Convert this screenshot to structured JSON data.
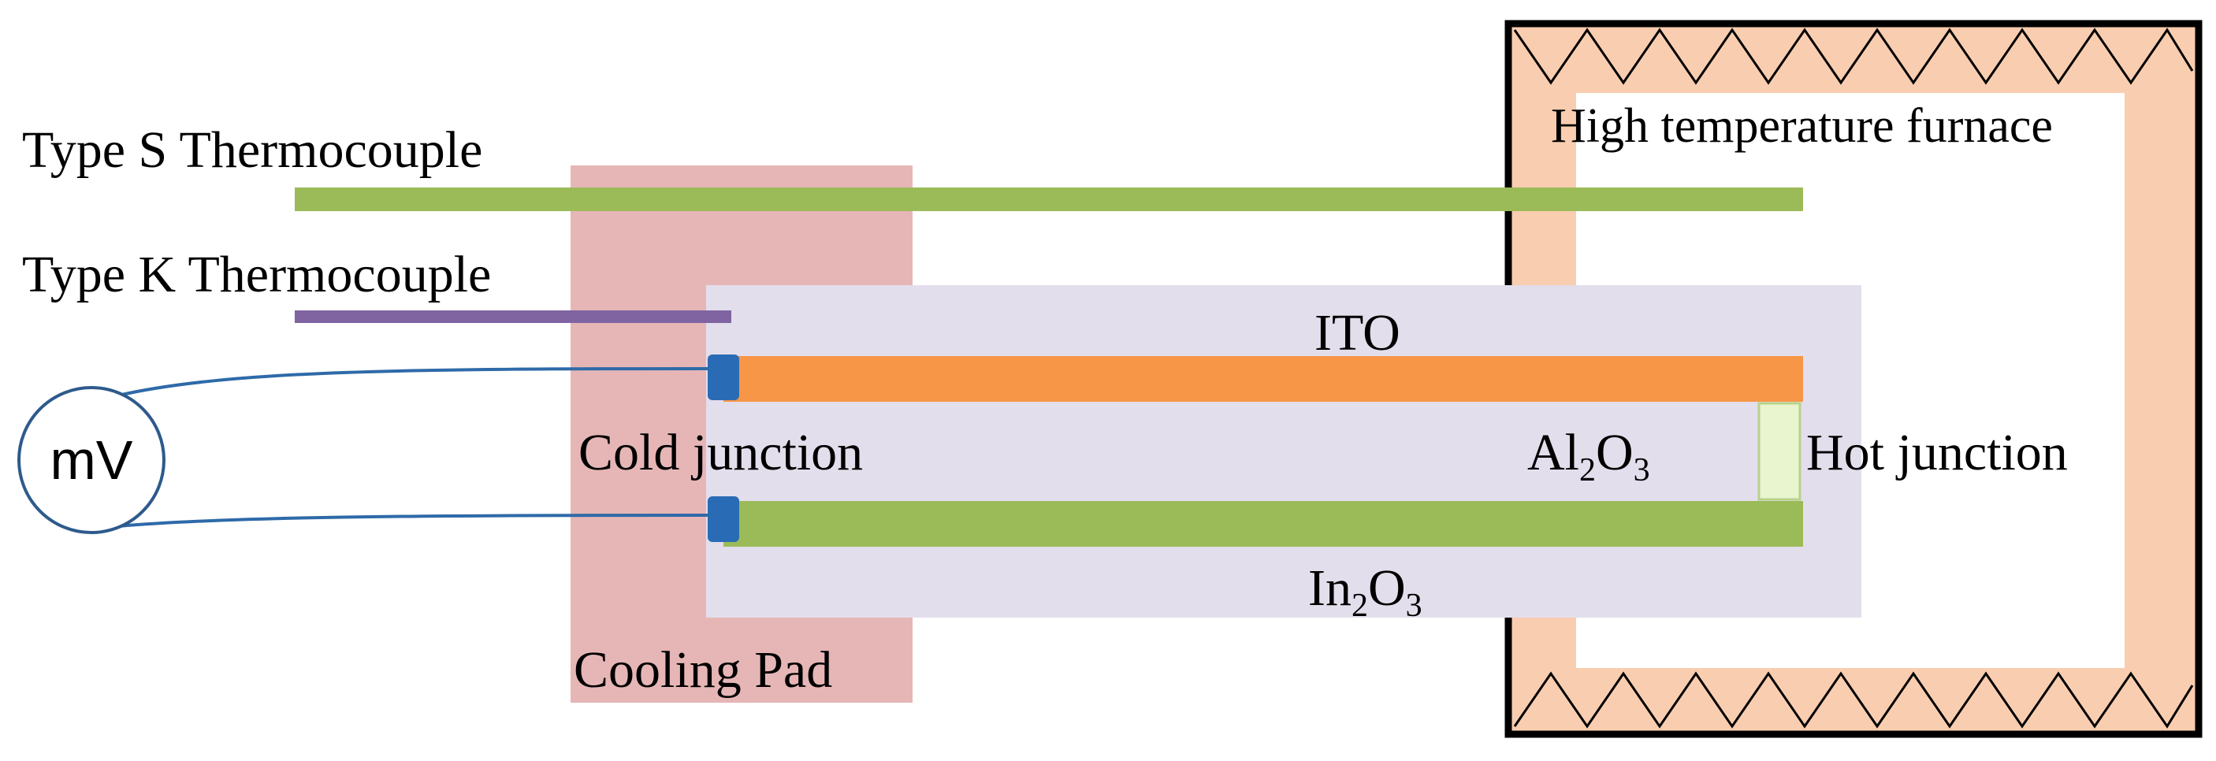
{
  "labels": {
    "type_s": "Type S Thermocouple",
    "type_k": "Type K Thermocouple",
    "furnace": "High temperature furnace",
    "ito": "ITO",
    "cold_junction": "Cold junction",
    "hot_junction": "Hot junction",
    "cooling_pad": "Cooling Pad",
    "meter": "mV",
    "al2o3": {
      "a": "Al",
      "sub1": "2",
      "b": "O",
      "sub2": "3"
    },
    "in2o3": {
      "a": "In",
      "sub1": "2",
      "b": "O",
      "sub2": "3"
    }
  },
  "colors": {
    "furnace_wall": "#f9cdaf",
    "furnace_border": "#000000",
    "cooling_pad": "#e6b6b6",
    "substrate": "#e3deec",
    "ito_film": "#f79646",
    "in2o3_film": "#9bbb59",
    "type_s_wire": "#9bbb59",
    "type_k_wire": "#8064a2",
    "lead_wire": "#2e6aa8",
    "junction_pad": "#2a6bb5",
    "hot_junction_pad": "#e8f5cf",
    "meter_outline": "#2e5a8c"
  }
}
